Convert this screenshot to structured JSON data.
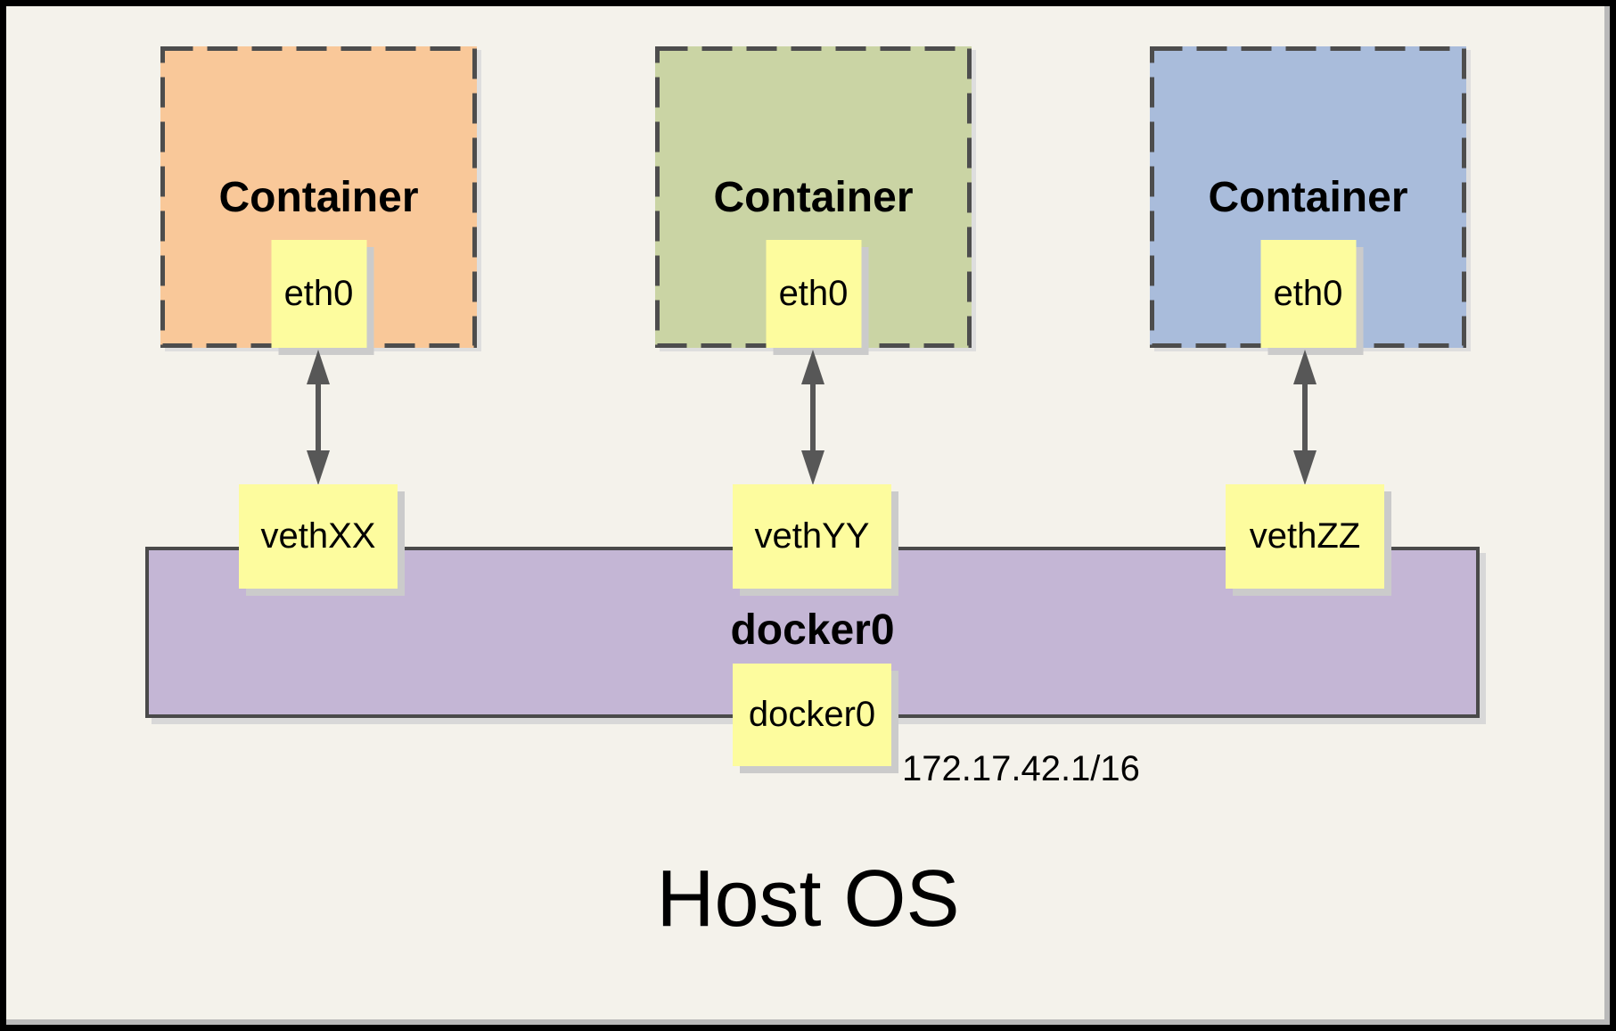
{
  "host": {
    "label": "Host OS"
  },
  "bridge": {
    "label": "docker0",
    "interface": "docker0",
    "ip": "172.17.42.1/16"
  },
  "containers": [
    {
      "label": "Container",
      "interface": "eth0",
      "veth": "vethXX",
      "fill": "#F9C899"
    },
    {
      "label": "Container",
      "interface": "eth0",
      "veth": "vethYY",
      "fill": "#CAD4A4"
    },
    {
      "label": "Container",
      "interface": "eth0",
      "veth": "vethZZ",
      "fill": "#A9BCDB"
    }
  ],
  "colors": {
    "background": "#F4F2EB",
    "frame_border": "#000000",
    "chip_fill": "#FDFC9E",
    "bridge_fill": "#C4B6D5",
    "dash_border": "#4D4D4D",
    "bar_border": "#4A4A4A",
    "arrow": "#575757",
    "chip_shadow": "#CBCBCB"
  }
}
